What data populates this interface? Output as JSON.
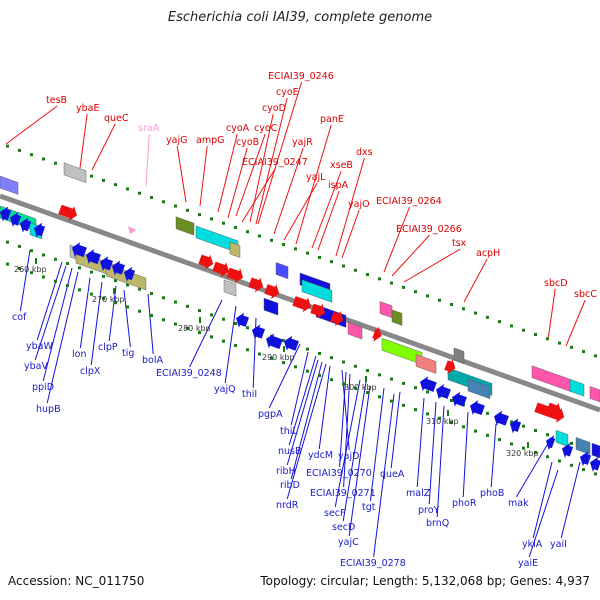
{
  "title": "Escherichia coli IAI39, complete genome",
  "footer": {
    "accession": "Accession: NC_011750",
    "summary": "Topology: circular; Length: 5,132,068 bp; Genes: 4,937"
  },
  "colors": {
    "forward": "#ee1111",
    "reverse": "#1111dd",
    "rna": "#ff9ad0",
    "axis": "#888888",
    "tick": "#1a7a1a"
  },
  "ticks": [
    "260 kbp",
    "270 kbp",
    "280 kbp",
    "290 kbp",
    "300 kbp",
    "310 kbp",
    "320 kbp"
  ],
  "forward_labels": [
    "tesB",
    "ybaE",
    "queC",
    "sraA",
    "yajG",
    "ampG",
    "cyoA",
    "cyoB",
    "ECIAI39_0247",
    "cyoC",
    "cyoD",
    "cyoE",
    "ECIAI39_0246",
    "yajR",
    "yajL",
    "panE",
    "xseB",
    "ispA",
    "dxs",
    "yajO",
    "ECIAI39_0264",
    "ECIAI39_0266",
    "tsx",
    "acpH",
    "sbcD",
    "sbcC"
  ],
  "reverse_labels": [
    "cof",
    "ybaW",
    "ybaV",
    "ppiD",
    "hupB",
    "lon",
    "clpX",
    "clpP",
    "tig",
    "bolA",
    "ECIAI39_0248",
    "yajQ",
    "thiI",
    "pgpA",
    "thiL",
    "nusB",
    "ribH",
    "ribD",
    "nrdR",
    "ydcM",
    "yajD",
    "ECIAI39_0270",
    "ECIAI39_0271",
    "secF",
    "secD",
    "yajC",
    "tgt",
    "queA",
    "ECIAI39_0278",
    "malZ",
    "proY",
    "brnQ",
    "phoR",
    "phoB",
    "mak",
    "ykiA",
    "yaiE",
    "yaiI"
  ]
}
